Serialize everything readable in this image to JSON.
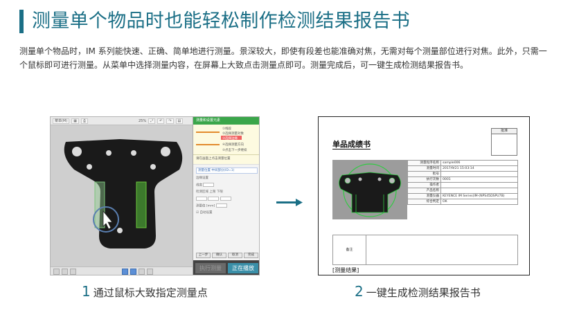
{
  "header": {
    "title": "测量单个物品时也能轻松制作检测结果报告书",
    "description": "测量单个物品时，IM 系列能快速、正确、简单地进行测量。景深较大，即使有段差也能准确对焦，无需对每个测量部位进行对焦。此外，只需一个鼠标即可进行测量。从菜单中选择测量内容，在屏幕上大致点击测量点即可。测量完成后，可一键生成检测结果报告书。"
  },
  "colors": {
    "accent": "#1b6f86",
    "panel_green": "#3aa64a",
    "play_blue": "#3a8fa8",
    "arrow": "#1b6f86"
  },
  "left_screenshot": {
    "toolbar": {
      "file_label": "菜单(M)",
      "zoom": "25%"
    },
    "panel": {
      "head": "测量和设置元素",
      "flow": [
        "①线段",
        "②选择测量对象",
        "③选择边缘",
        "④选择测量方向",
        "⑤点击下一步继续"
      ],
      "note": "请在画面上点击测量位置",
      "field": "测量位置    中间部分(ID=1)",
      "params": [
        "边缘设置",
        "线宽",
        "检测区域   上限  下限",
        "测量值 [mm]",
        "自动设置"
      ],
      "buttons": [
        "上一步",
        "确认",
        "取消",
        "完成"
      ],
      "exec_button": "执行测量",
      "play_button": "正在播放"
    }
  },
  "report": {
    "stamp_label": "批准",
    "title": "单品成绩书",
    "rows": [
      {
        "key": "测量程序名称",
        "value": "sample006"
      },
      {
        "key": "测量时间",
        "value": "2017/9/21 15:03:14"
      },
      {
        "key": "批号",
        "value": ""
      },
      {
        "key": "执行次数",
        "value": "0001"
      },
      {
        "key": "操作者",
        "value": ""
      },
      {
        "key": "产品名称",
        "value": ""
      },
      {
        "key": "测量仪器",
        "value": "KEYENCE IM Series(IM-(NPS45DSPU7B)"
      },
      {
        "key": "综合判定",
        "value": "OK"
      }
    ],
    "memo_label": "备注",
    "result_label": "[测量结果]"
  },
  "captions": [
    {
      "num": "1",
      "text": "通过鼠标大致指定测量点"
    },
    {
      "num": "2",
      "text": "一键生成检测结果报告书"
    }
  ]
}
